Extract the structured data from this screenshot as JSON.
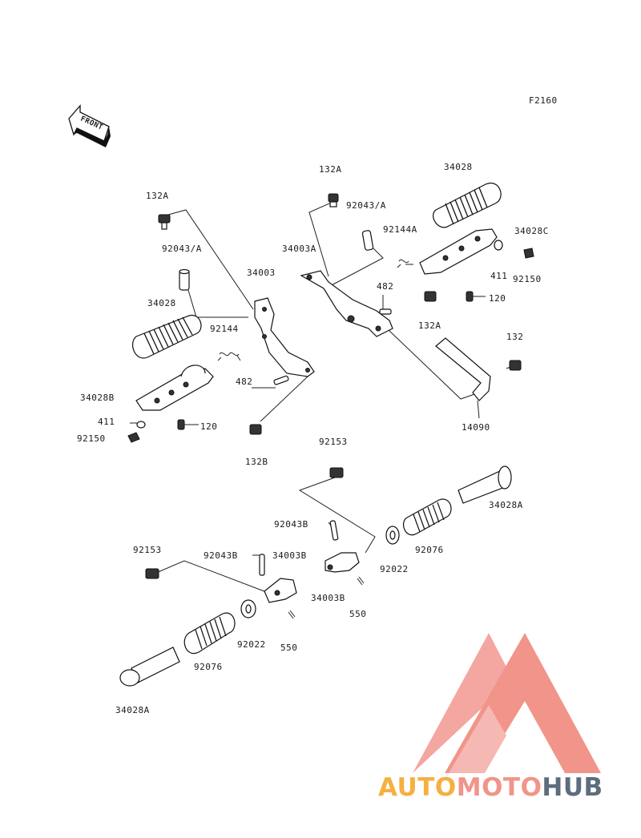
{
  "figure_code": "F2160",
  "front_label": "FRONT",
  "labels": {
    "l_132a_left": "132A",
    "l_92043a_left": "92043/A",
    "l_34003": "34003",
    "l_34028_left": "34028",
    "l_92144": "92144",
    "l_482_left": "482",
    "l_34028b": "34028B",
    "l_411_left": "411",
    "l_92150_left": "92150",
    "l_120_left": "120",
    "l_132b": "132B",
    "l_132a_top": "132A",
    "l_34028_right": "34028",
    "l_92043a_right": "92043/A",
    "l_92144a": "92144A",
    "l_34003a": "34003A",
    "l_34028c": "34028C",
    "l_411_right": "411",
    "l_92150_right": "92150",
    "l_482_right": "482",
    "l_120_right": "120",
    "l_132a_mid": "132A",
    "l_132": "132",
    "l_14090": "14090",
    "l_92153_upper": "92153",
    "l_34028a_right": "34028A",
    "l_92043b_right": "92043B",
    "l_92076_right": "92076",
    "l_92022_right": "92022",
    "l_34003b_right": "34003B",
    "l_550_right": "550",
    "l_92153_lower": "92153",
    "l_92043b_left": "92043B",
    "l_34003b_left": "34003B",
    "l_92022_left": "92022",
    "l_550_left": "550",
    "l_92076_left": "92076",
    "l_34028a_left": "34028A"
  },
  "watermark": {
    "part1": "AUTO",
    "part2": "MOTO",
    "part3": "HUB",
    "color_orange": "#f5b041",
    "color_pink": "#f1948a",
    "color_gray": "#5d6d7e"
  }
}
